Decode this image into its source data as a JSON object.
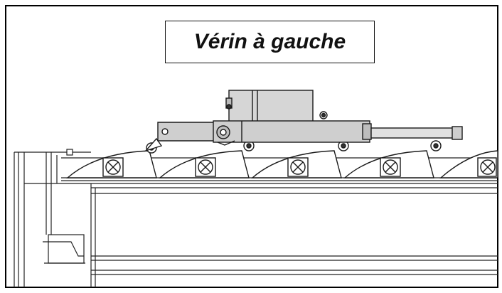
{
  "title": "Vérin à gauche",
  "colors": {
    "outline": "#1a1a1a",
    "actuator_fill": "#cfcfcf",
    "actuator_dark": "#9e9e9e",
    "frame_border": "#000000"
  },
  "drawing": {
    "blade_count": 5,
    "components": [
      "linear-actuator",
      "louvre-blades",
      "side-frame",
      "lower-panel"
    ]
  }
}
